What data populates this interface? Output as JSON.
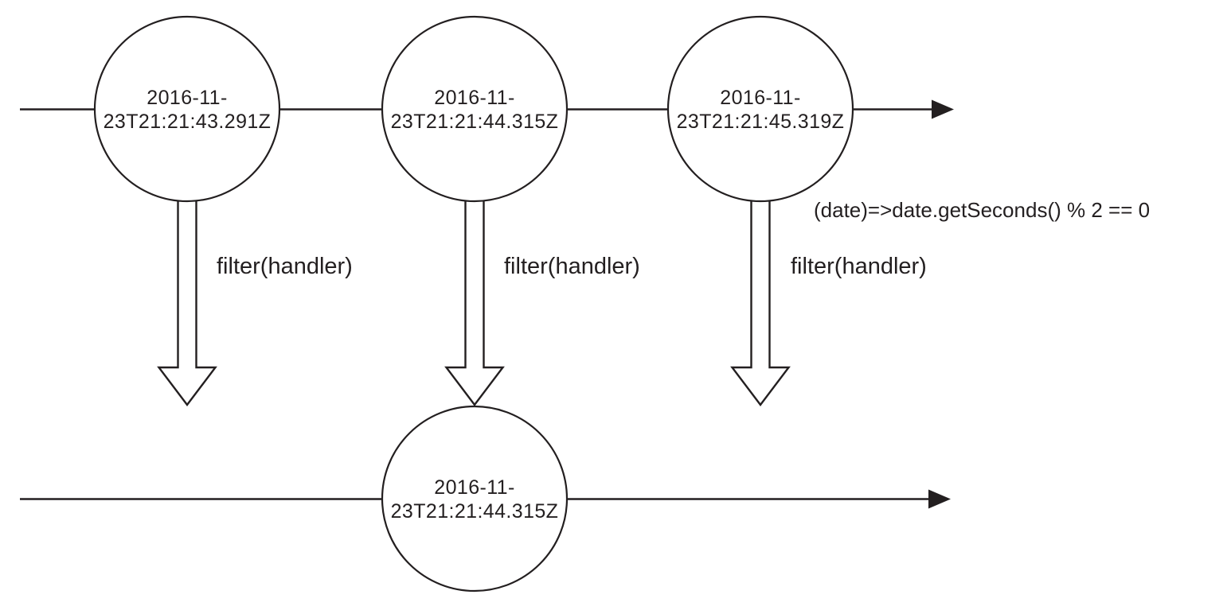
{
  "diagram": {
    "type": "marble-diagram",
    "predicate": "(date)=>date.getSeconds() % 2 == 0",
    "operator_labels": [
      "filter(handler)",
      "filter(handler)",
      "filter(handler)"
    ],
    "source_stream": {
      "events": [
        {
          "line1": "2016-11-",
          "line2": "23T21:21:43.291Z",
          "value": "2016-11-23T21:21:43.291Z"
        },
        {
          "line1": "2016-11-",
          "line2": "23T21:21:44.315Z",
          "value": "2016-11-23T21:21:44.315Z"
        },
        {
          "line1": "2016-11-",
          "line2": "23T21:21:45.319Z",
          "value": "2016-11-23T21:21:45.319Z"
        }
      ]
    },
    "result_stream": {
      "events": [
        {
          "line1": "2016-11-",
          "line2": "23T21:21:44.315Z",
          "value": "2016-11-23T21:21:44.315Z"
        }
      ]
    },
    "colors": {
      "ink": "#231f20",
      "background": "#ffffff"
    }
  }
}
